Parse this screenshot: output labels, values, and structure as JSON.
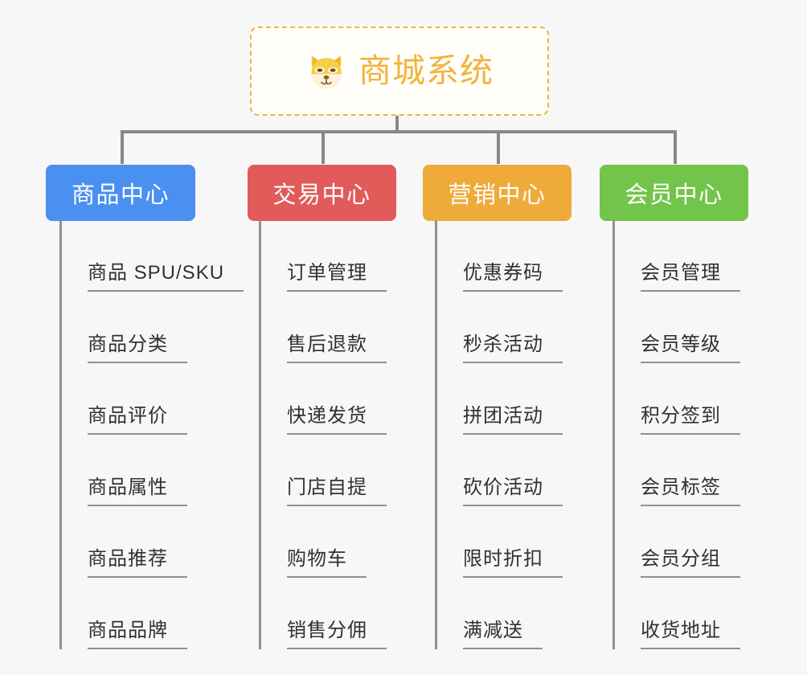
{
  "root": {
    "title": "商城系统",
    "icon": "dog-face-icon",
    "border_color": "#f0b34a",
    "text_color": "#f2b33d",
    "background": "#fffef9"
  },
  "canvas": {
    "background": "#f7f7f7",
    "connector_color": "#888888",
    "leaf_line_color": "#909090",
    "leaf_text_color": "#303133"
  },
  "columns": [
    {
      "title": "商品中心",
      "color": "#4a90f0",
      "items": [
        "商品 SPU/SKU",
        "商品分类",
        "商品评价",
        "商品属性",
        "商品推荐",
        "商品品牌"
      ]
    },
    {
      "title": "交易中心",
      "color": "#e15b5b",
      "items": [
        "订单管理",
        "售后退款",
        "快递发货",
        "门店自提",
        "购物车",
        "销售分佣"
      ]
    },
    {
      "title": "营销中心",
      "color": "#eeab3a",
      "items": [
        "优惠券码",
        "秒杀活动",
        "拼团活动",
        "砍价活动",
        "限时折扣",
        "满减送"
      ]
    },
    {
      "title": "会员中心",
      "color": "#73c44a",
      "items": [
        "会员管理",
        "会员等级",
        "积分签到",
        "会员标签",
        "会员分组",
        "收货地址"
      ]
    }
  ]
}
